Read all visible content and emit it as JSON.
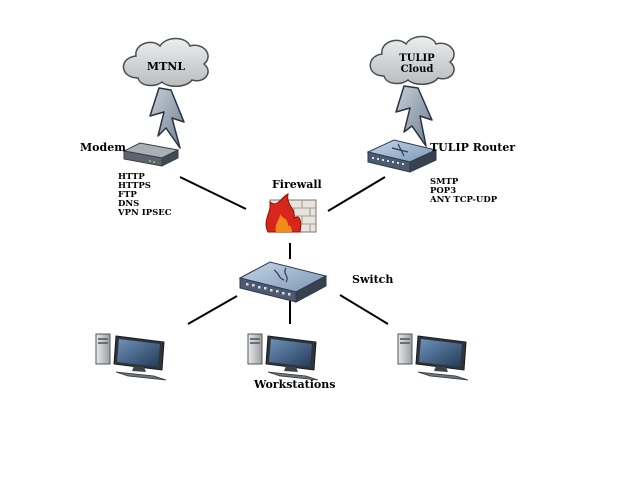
{
  "clouds": {
    "mtnl": {
      "label": "MTNL"
    },
    "tulip": {
      "line1": "TULIP",
      "line2": "Cloud"
    }
  },
  "devices": {
    "modem": {
      "label": "Modem",
      "services": [
        "HTTP",
        "HTTPS",
        "FTP",
        "DNS",
        "VPN IPSEC"
      ]
    },
    "router": {
      "label": "TULIP Router",
      "services": [
        "SMTP",
        "POP3",
        "ANY TCP-UDP"
      ]
    },
    "firewall": {
      "label": "Firewall"
    },
    "switch": {
      "label": "Switch"
    },
    "workstations": {
      "label": "Workstations"
    }
  },
  "colors": {
    "cloud_fill": "#d7dadb",
    "cloud_stroke": "#4b4f52",
    "bolt_fill": "#9aa6b4",
    "bolt_stroke": "#2a3240",
    "device_body": "#5d6470",
    "switch_top": "#9fb7d2",
    "router_top": "#8ea6c4",
    "monitor_screen": "#3c5f86",
    "firewall_red": "#d8261c",
    "line": "#000000"
  }
}
